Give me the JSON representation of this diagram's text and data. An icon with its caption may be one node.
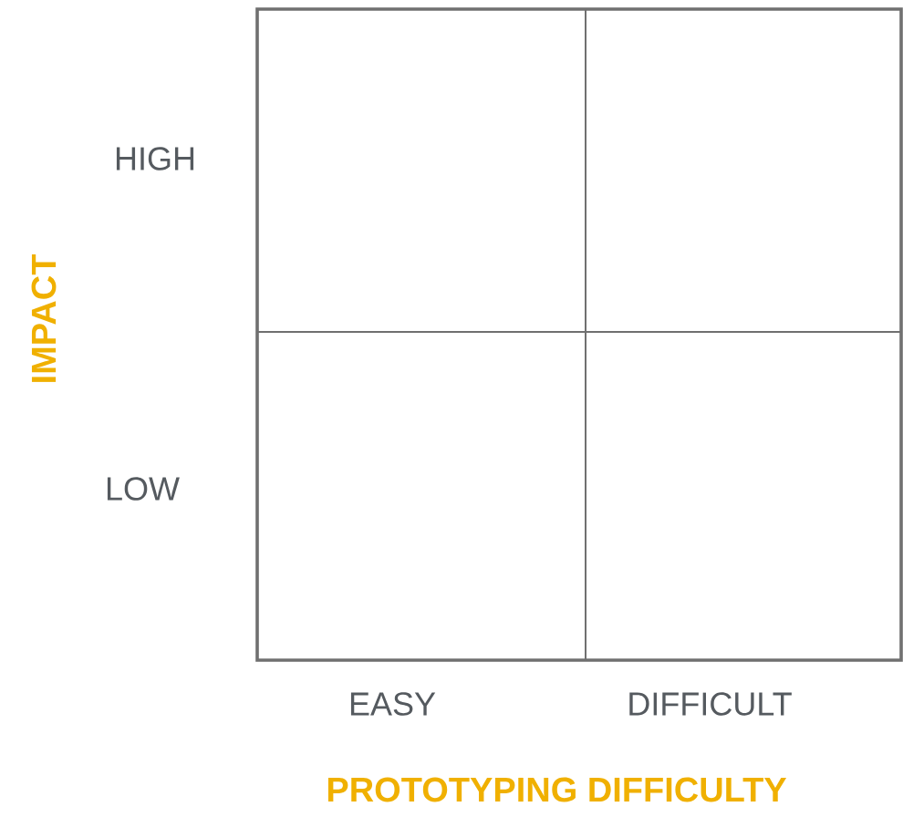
{
  "diagram": {
    "labels": [
      "IMPACT",
      "HIGH",
      "LOW",
      "EASY",
      "DIFFICULT",
      "PROTOTYPING DIFFICULTY"
    ]
  }
}
